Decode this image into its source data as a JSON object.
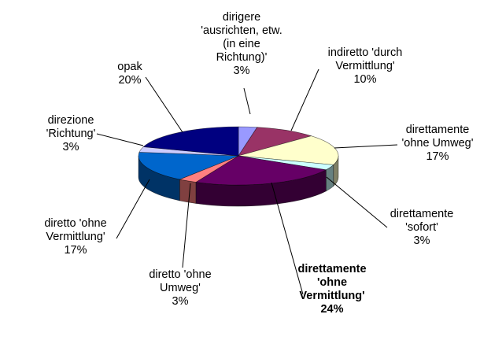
{
  "chart_data": {
    "type": "pie",
    "variant": "3d",
    "title": "",
    "series": [
      {
        "label": "dirigere 'ausrichten, etw. (in eine Richtung)'",
        "lines": [
          "dirigere",
          "'ausrichten, etw.",
          "(in eine",
          "Richtung)'",
          "3%"
        ],
        "value": 3,
        "color": "#9999FF"
      },
      {
        "label": "indiretto 'durch Vermittlung'",
        "lines": [
          "indiretto 'durch",
          "Vermittlung'",
          "10%"
        ],
        "value": 10,
        "color": "#993366"
      },
      {
        "label": "direttamente 'ohne Umweg'",
        "lines": [
          "direttamente",
          "'ohne Umweg'",
          "17%"
        ],
        "value": 17,
        "color": "#FFFFCC"
      },
      {
        "label": "direttamente 'sofort'",
        "lines": [
          "direttamente",
          "'sofort'",
          "3%"
        ],
        "value": 3,
        "color": "#CCFFFF"
      },
      {
        "label": "direttamente 'ohne Vermittlung'",
        "lines": [
          "direttamente",
          "'ohne",
          "Vermittlung'",
          "24%"
        ],
        "value": 24,
        "color": "#660066",
        "bold": true
      },
      {
        "label": "diretto 'ohne Umweg'",
        "lines": [
          "diretto 'ohne",
          "Umweg'",
          "3%"
        ],
        "value": 3,
        "color": "#FF8080"
      },
      {
        "label": "diretto 'ohne Vermittlung'",
        "lines": [
          "diretto 'ohne",
          "Vermittlung'",
          "17%"
        ],
        "value": 17,
        "color": "#0066CC"
      },
      {
        "label": "direzione 'Richtung'",
        "lines": [
          "direzione",
          "'Richtung'",
          "3%"
        ],
        "value": 3,
        "color": "#CCCCFF"
      },
      {
        "label": "opak",
        "lines": [
          "opak",
          "20%"
        ],
        "value": 20,
        "color": "#000080"
      }
    ],
    "legend": "none"
  }
}
